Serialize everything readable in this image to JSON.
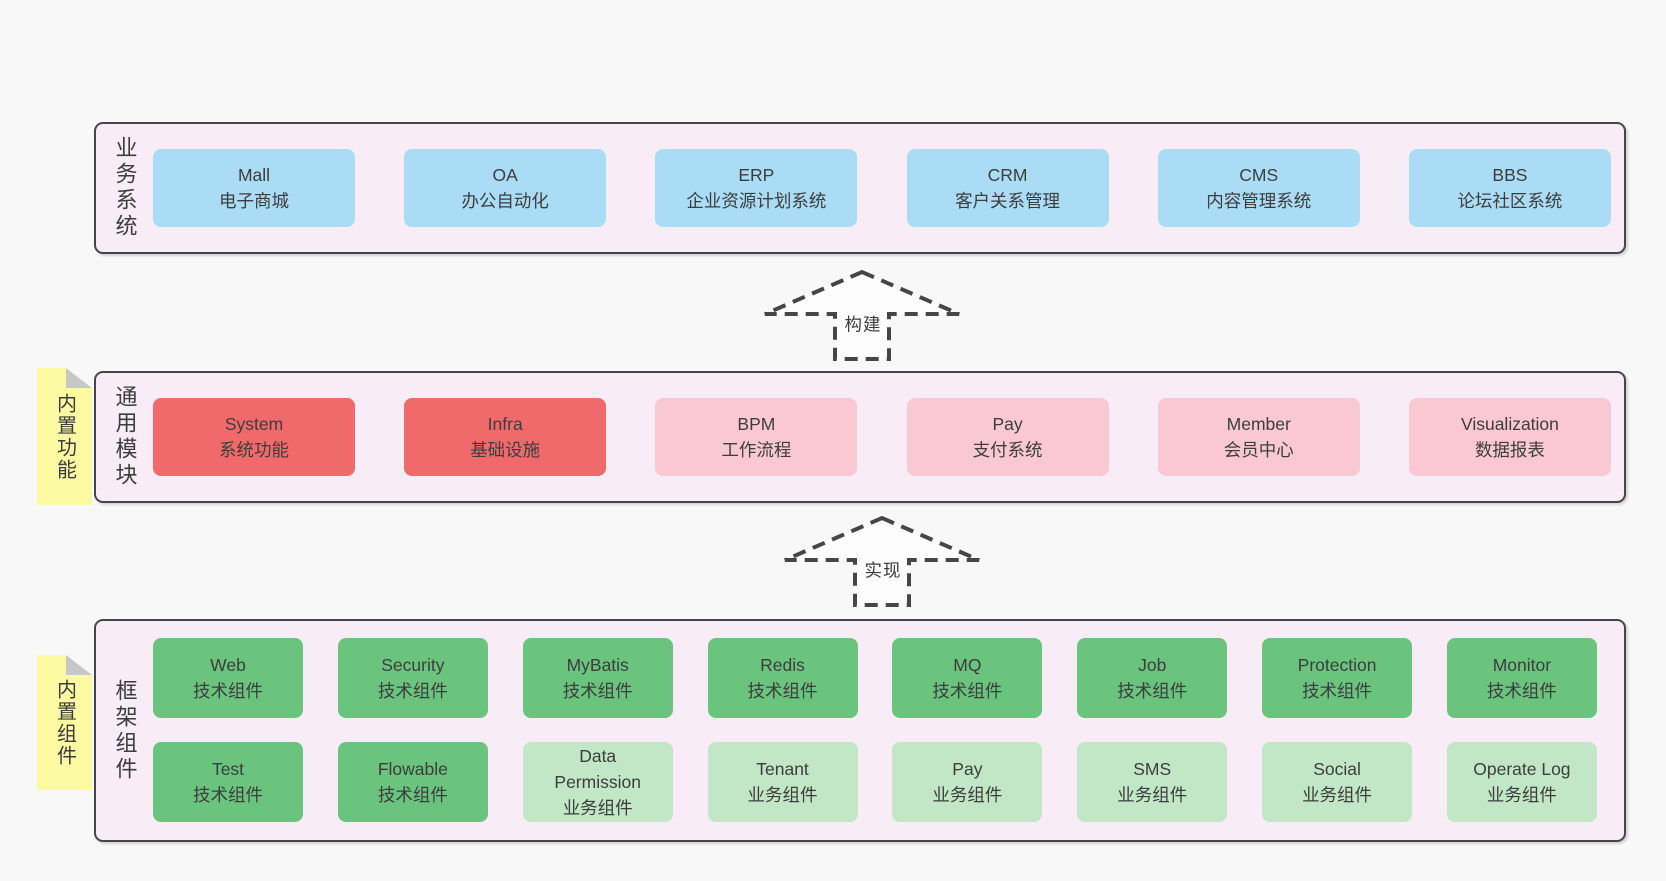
{
  "colors": {
    "bg": "#f8f8f8",
    "panel": "#f8edf6",
    "border": "#464646",
    "text": "#3d3d3d",
    "blue": "#aadcf5",
    "red": "#f0696b",
    "pink": "#f9c8d2",
    "green": "#6ac47e",
    "lightgreen": "#c1e7c6",
    "yellow": "#fbf9a2",
    "fold": "#c7c7c7",
    "arrowfill": "#fdfdfd"
  },
  "layers": {
    "business": {
      "side_label": "业务系统",
      "boxes": [
        {
          "title": "Mall",
          "subtitle": "电子商城",
          "type": "blue"
        },
        {
          "title": "OA",
          "subtitle": "办公自动化",
          "type": "blue"
        },
        {
          "title": "ERP",
          "subtitle": "企业资源计划系统",
          "type": "blue"
        },
        {
          "title": "CRM",
          "subtitle": "客户关系管理",
          "type": "blue"
        },
        {
          "title": "CMS",
          "subtitle": "内容管理系统",
          "type": "blue"
        },
        {
          "title": "BBS",
          "subtitle": "论坛社区系统",
          "type": "blue"
        }
      ]
    },
    "modules": {
      "side_label": "通用模块",
      "note_label": "内置功能",
      "boxes": [
        {
          "title": "System",
          "subtitle": "系统功能",
          "type": "red"
        },
        {
          "title": "Infra",
          "subtitle": "基础设施",
          "type": "red"
        },
        {
          "title": "BPM",
          "subtitle": "工作流程",
          "type": "pink"
        },
        {
          "title": "Pay",
          "subtitle": "支付系统",
          "type": "pink"
        },
        {
          "title": "Member",
          "subtitle": "会员中心",
          "type": "pink"
        },
        {
          "title": "Visualization",
          "subtitle": "数据报表",
          "type": "pink"
        }
      ]
    },
    "components": {
      "side_label": "框架组件",
      "note_label": "内置组件",
      "rows": [
        [
          {
            "title": "Web",
            "subtitle": "技术组件",
            "type": "green"
          },
          {
            "title": "Security",
            "subtitle": "技术组件",
            "type": "green"
          },
          {
            "title": "MyBatis",
            "subtitle": "技术组件",
            "type": "green"
          },
          {
            "title": "Redis",
            "subtitle": "技术组件",
            "type": "green"
          },
          {
            "title": "MQ",
            "subtitle": "技术组件",
            "type": "green"
          },
          {
            "title": "Job",
            "subtitle": "技术组件",
            "type": "green"
          },
          {
            "title": "Protection",
            "subtitle": "技术组件",
            "type": "green"
          },
          {
            "title": "Monitor",
            "subtitle": "技术组件",
            "type": "green"
          }
        ],
        [
          {
            "title": "Test",
            "subtitle": "技术组件",
            "type": "green"
          },
          {
            "title": "Flowable",
            "subtitle": "技术组件",
            "type": "green"
          },
          {
            "title": "Data\nPermission",
            "subtitle": "业务组件",
            "type": "lightgreen"
          },
          {
            "title": "Tenant",
            "subtitle": "业务组件",
            "type": "lightgreen"
          },
          {
            "title": "Pay",
            "subtitle": "业务组件",
            "type": "lightgreen"
          },
          {
            "title": "SMS",
            "subtitle": "业务组件",
            "type": "lightgreen"
          },
          {
            "title": "Social",
            "subtitle": "业务组件",
            "type": "lightgreen"
          },
          {
            "title": "Operate Log",
            "subtitle": "业务组件",
            "type": "lightgreen"
          }
        ]
      ]
    }
  },
  "arrows": [
    {
      "label": "构建"
    },
    {
      "label": "实现"
    }
  ]
}
